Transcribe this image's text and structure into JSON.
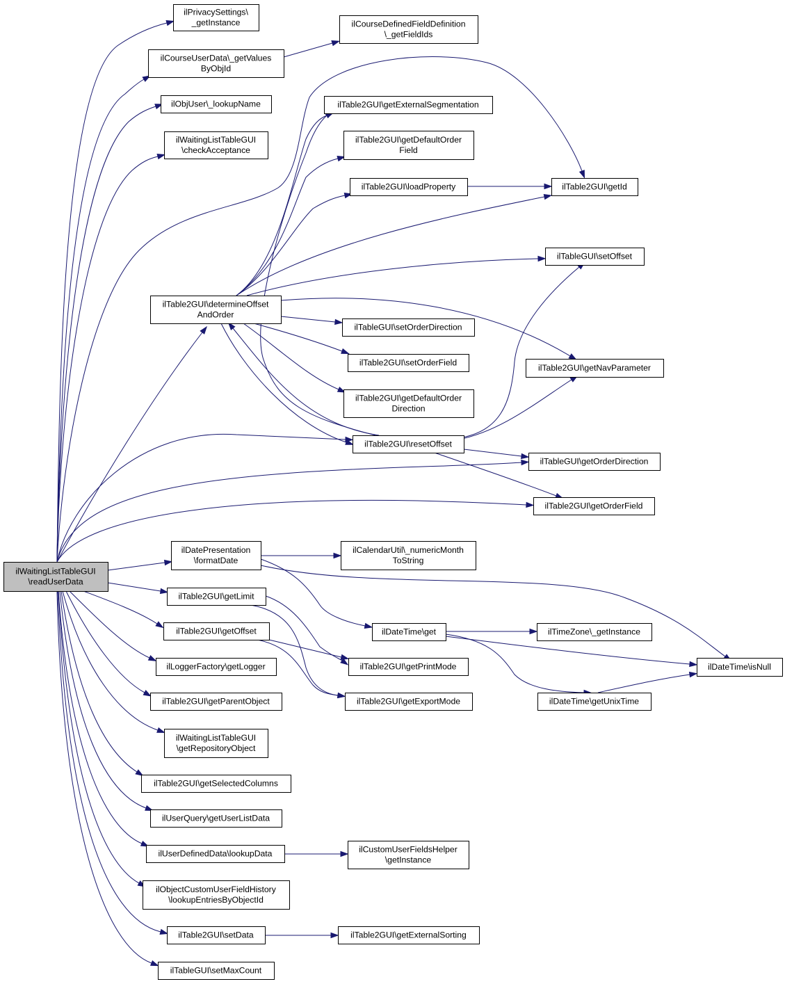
{
  "diagram": {
    "type": "call-graph",
    "nodes": [
      {
        "id": "root",
        "root": true,
        "lines": [
          "ilWaitingListTableGUI",
          "\\readUserData"
        ]
      },
      {
        "id": "privacy",
        "lines": [
          "ilPrivacySettings\\",
          "_getInstance"
        ]
      },
      {
        "id": "courseUserData",
        "lines": [
          "ilCourseUserData\\_getValues",
          "ByObjId"
        ]
      },
      {
        "id": "courseDefField",
        "lines": [
          "ilCourseDefinedFieldDefinition",
          "\\_getFieldIds"
        ]
      },
      {
        "id": "lookupName",
        "lines": [
          "ilObjUser\\_lookupName"
        ]
      },
      {
        "id": "checkAcceptance",
        "lines": [
          "ilWaitingListTableGUI",
          "\\checkAcceptance"
        ]
      },
      {
        "id": "extSeg",
        "lines": [
          "ilTable2GUI\\getExternalSegmentation"
        ]
      },
      {
        "id": "defOrderField",
        "lines": [
          "ilTable2GUI\\getDefaultOrder",
          "Field"
        ]
      },
      {
        "id": "loadProperty",
        "lines": [
          "ilTable2GUI\\loadProperty"
        ]
      },
      {
        "id": "getId",
        "lines": [
          "ilTable2GUI\\getId"
        ]
      },
      {
        "id": "setOffset",
        "lines": [
          "ilTableGUI\\setOffset"
        ]
      },
      {
        "id": "determine",
        "lines": [
          "ilTable2GUI\\determineOffset",
          "AndOrder"
        ]
      },
      {
        "id": "setOrderDir",
        "lines": [
          "ilTableGUI\\setOrderDirection"
        ]
      },
      {
        "id": "setOrderField",
        "lines": [
          "ilTable2GUI\\setOrderField"
        ]
      },
      {
        "id": "navParam",
        "lines": [
          "ilTable2GUI\\getNavParameter"
        ]
      },
      {
        "id": "defOrderDir",
        "lines": [
          "ilTable2GUI\\getDefaultOrder",
          "Direction"
        ]
      },
      {
        "id": "resetOffset",
        "lines": [
          "ilTable2GUI\\resetOffset"
        ]
      },
      {
        "id": "getOrderDir",
        "lines": [
          "ilTableGUI\\getOrderDirection"
        ]
      },
      {
        "id": "getOrderField",
        "lines": [
          "ilTable2GUI\\getOrderField"
        ]
      },
      {
        "id": "formatDate",
        "lines": [
          "ilDatePresentation",
          "\\formatDate"
        ]
      },
      {
        "id": "numericMonth",
        "lines": [
          "ilCalendarUtil\\_numericMonth",
          "ToString"
        ]
      },
      {
        "id": "getLimit",
        "lines": [
          "ilTable2GUI\\getLimit"
        ]
      },
      {
        "id": "dateTimeGet",
        "lines": [
          "ilDateTime\\get"
        ]
      },
      {
        "id": "timeZone",
        "lines": [
          "ilTimeZone\\_getInstance"
        ]
      },
      {
        "id": "getOffset",
        "lines": [
          "ilTable2GUI\\getOffset"
        ]
      },
      {
        "id": "isNull",
        "lines": [
          "ilDateTime\\isNull"
        ]
      },
      {
        "id": "getLogger",
        "lines": [
          "ilLoggerFactory\\getLogger"
        ]
      },
      {
        "id": "printMode",
        "lines": [
          "ilTable2GUI\\getPrintMode"
        ]
      },
      {
        "id": "parentObject",
        "lines": [
          "ilTable2GUI\\getParentObject"
        ]
      },
      {
        "id": "exportMode",
        "lines": [
          "ilTable2GUI\\getExportMode"
        ]
      },
      {
        "id": "unixTime",
        "lines": [
          "ilDateTime\\getUnixTime"
        ]
      },
      {
        "id": "repoObject",
        "lines": [
          "ilWaitingListTableGUI",
          "\\getRepositoryObject"
        ]
      },
      {
        "id": "selColumns",
        "lines": [
          "ilTable2GUI\\getSelectedColumns"
        ]
      },
      {
        "id": "userList",
        "lines": [
          "ilUserQuery\\getUserListData"
        ]
      },
      {
        "id": "lookupData",
        "lines": [
          "ilUserDefinedData\\lookupData"
        ]
      },
      {
        "id": "customFields",
        "lines": [
          "ilCustomUserFieldsHelper",
          "\\getInstance"
        ]
      },
      {
        "id": "history",
        "lines": [
          "ilObjectCustomUserFieldHistory",
          "\\lookupEntriesByObjectId"
        ]
      },
      {
        "id": "setData",
        "lines": [
          "ilTable2GUI\\setData"
        ]
      },
      {
        "id": "extSorting",
        "lines": [
          "ilTable2GUI\\getExternalSorting"
        ]
      },
      {
        "id": "setMaxCount",
        "lines": [
          "ilTableGUI\\setMaxCount"
        ]
      }
    ],
    "edges": [
      [
        "root",
        "privacy"
      ],
      [
        "root",
        "courseUserData"
      ],
      [
        "courseUserData",
        "courseDefField"
      ],
      [
        "root",
        "lookupName"
      ],
      [
        "root",
        "checkAcceptance"
      ],
      [
        "root",
        "getId"
      ],
      [
        "root",
        "determine"
      ],
      [
        "root",
        "resetOffset"
      ],
      [
        "root",
        "getOrderDir"
      ],
      [
        "root",
        "getOrderField"
      ],
      [
        "root",
        "formatDate"
      ],
      [
        "root",
        "getLimit"
      ],
      [
        "root",
        "getOffset"
      ],
      [
        "root",
        "getLogger"
      ],
      [
        "root",
        "parentObject"
      ],
      [
        "root",
        "repoObject"
      ],
      [
        "root",
        "selColumns"
      ],
      [
        "root",
        "userList"
      ],
      [
        "root",
        "lookupData"
      ],
      [
        "root",
        "history"
      ],
      [
        "root",
        "setData"
      ],
      [
        "root",
        "setMaxCount"
      ],
      [
        "determine",
        "extSeg"
      ],
      [
        "determine",
        "defOrderField"
      ],
      [
        "determine",
        "loadProperty"
      ],
      [
        "determine",
        "getId"
      ],
      [
        "determine",
        "setOffset"
      ],
      [
        "determine",
        "setOrderDir"
      ],
      [
        "determine",
        "setOrderField"
      ],
      [
        "determine",
        "navParam"
      ],
      [
        "determine",
        "defOrderDir"
      ],
      [
        "determine",
        "resetOffset"
      ],
      [
        "loadProperty",
        "getId"
      ],
      [
        "resetOffset",
        "extSeg"
      ],
      [
        "resetOffset",
        "determine"
      ],
      [
        "resetOffset",
        "setOffset"
      ],
      [
        "resetOffset",
        "navParam"
      ],
      [
        "resetOffset",
        "getOrderDir"
      ],
      [
        "resetOffset",
        "getOrderField"
      ],
      [
        "formatDate",
        "numericMonth"
      ],
      [
        "formatDate",
        "dateTimeGet"
      ],
      [
        "formatDate",
        "isNull"
      ],
      [
        "dateTimeGet",
        "timeZone"
      ],
      [
        "dateTimeGet",
        "isNull"
      ],
      [
        "dateTimeGet",
        "unixTime"
      ],
      [
        "unixTime",
        "isNull"
      ],
      [
        "getLimit",
        "printMode"
      ],
      [
        "getLimit",
        "exportMode"
      ],
      [
        "getOffset",
        "printMode"
      ],
      [
        "getOffset",
        "exportMode"
      ],
      [
        "lookupData",
        "customFields"
      ],
      [
        "setData",
        "extSorting"
      ]
    ]
  }
}
